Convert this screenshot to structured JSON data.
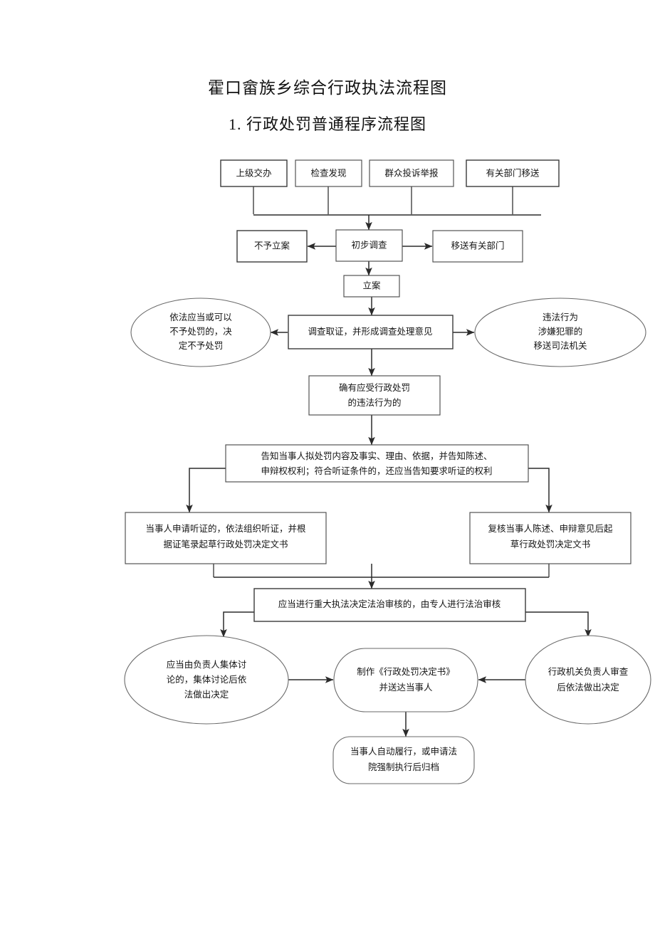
{
  "document": {
    "title": "霍口畲族乡综合行政执法流程图",
    "subtitle": "1. 行政处罚普通程序流程图"
  },
  "colors": {
    "text": "#151515",
    "box_border": "#4d4d4d",
    "ellipse_border": "#6a6a6a",
    "connector": "#2b2b2b",
    "background": "#ffffff"
  },
  "chart_data": {
    "type": "diagram",
    "title": "行政处罚普通程序流程图",
    "nodes": [
      {
        "id": "src1",
        "shape": "rect",
        "label": "上级交办"
      },
      {
        "id": "src2",
        "shape": "rect",
        "label": "检查发现"
      },
      {
        "id": "src3",
        "shape": "rect",
        "label": "群众投诉举报"
      },
      {
        "id": "src4",
        "shape": "rect",
        "label": "有关部门移送"
      },
      {
        "id": "no_case",
        "shape": "rect",
        "label": "不予立案"
      },
      {
        "id": "prelim",
        "shape": "rect",
        "label": "初步调查"
      },
      {
        "id": "transfer_dept",
        "shape": "rect",
        "label": "移送有关部门"
      },
      {
        "id": "filing",
        "shape": "rect",
        "label": "立案"
      },
      {
        "id": "no_penalty",
        "shape": "ellipse",
        "label_lines": [
          "依法应当或可以",
          "不予处罚的，决",
          "定不予处罚"
        ]
      },
      {
        "id": "investigate",
        "shape": "rect",
        "label": "调查取证，并形成调查处理意见"
      },
      {
        "id": "to_judicial",
        "shape": "ellipse",
        "label_lines": [
          "违法行为",
          "涉嫌犯罪的",
          "移送司法机关"
        ]
      },
      {
        "id": "confirmed",
        "shape": "rect",
        "label_lines": [
          "确有应受行政处罚",
          "的违法行为的"
        ]
      },
      {
        "id": "notify",
        "shape": "rect",
        "label_lines": [
          "告知当事人拟处罚内容及事实、理由、依据，并告知陈述、",
          "申辩权权利；符合听证条件的，还应当告知要求听证的权利"
        ]
      },
      {
        "id": "hearing",
        "shape": "rect",
        "label_lines": [
          "当事人申请听证的，依法组织听证，并根",
          "据证笔录起草行政处罚决定文书"
        ]
      },
      {
        "id": "review_stmt",
        "shape": "rect",
        "label_lines": [
          "复核当事人陈述、申辩意见后起",
          "草行政处罚决定文书"
        ]
      },
      {
        "id": "legal_review",
        "shape": "rect",
        "label": "应当进行重大执法决定法治审核的，由专人进行法治审核"
      },
      {
        "id": "collective",
        "shape": "ellipse",
        "label_lines": [
          "应当由负责人集体讨",
          "论的，集体讨论后依",
          "法做出决定"
        ]
      },
      {
        "id": "decision_doc",
        "shape": "stadium",
        "label_lines": [
          "制作《行政处罚决定书》",
          "并送达当事人"
        ]
      },
      {
        "id": "leader_review",
        "shape": "ellipse",
        "label_lines": [
          "行政机关负责人审查",
          "后依法做出决定"
        ]
      },
      {
        "id": "execute",
        "shape": "stadium",
        "label_lines": [
          "当事人自动履行，或申请法",
          "院强制执行后归档"
        ]
      }
    ],
    "edges": [
      {
        "from": "src1",
        "to": "prelim",
        "style": "elbow-merge"
      },
      {
        "from": "src2",
        "to": "prelim",
        "style": "elbow-merge"
      },
      {
        "from": "src3",
        "to": "prelim",
        "style": "elbow-merge"
      },
      {
        "from": "src4",
        "to": "prelim",
        "style": "elbow-merge"
      },
      {
        "from": "prelim",
        "to": "no_case",
        "style": "arrow-left"
      },
      {
        "from": "prelim",
        "to": "transfer_dept",
        "style": "arrow-right"
      },
      {
        "from": "prelim",
        "to": "filing",
        "style": "arrow-down"
      },
      {
        "from": "filing",
        "to": "investigate",
        "style": "arrow-down"
      },
      {
        "from": "investigate",
        "to": "no_penalty",
        "style": "arrow-left"
      },
      {
        "from": "investigate",
        "to": "to_judicial",
        "style": "arrow-right"
      },
      {
        "from": "investigate",
        "to": "confirmed",
        "style": "arrow-down"
      },
      {
        "from": "confirmed",
        "to": "notify",
        "style": "arrow-down"
      },
      {
        "from": "notify",
        "to": "hearing",
        "style": "elbow-down-left"
      },
      {
        "from": "notify",
        "to": "review_stmt",
        "style": "elbow-down-right"
      },
      {
        "from": "hearing",
        "to": "legal_review",
        "style": "elbow-merge-down"
      },
      {
        "from": "review_stmt",
        "to": "legal_review",
        "style": "elbow-merge-down"
      },
      {
        "from": "legal_review",
        "to": "collective",
        "style": "elbow-down-left"
      },
      {
        "from": "legal_review",
        "to": "leader_review",
        "style": "elbow-down-right"
      },
      {
        "from": "collective",
        "to": "decision_doc",
        "style": "arrow-right"
      },
      {
        "from": "leader_review",
        "to": "decision_doc",
        "style": "arrow-left"
      },
      {
        "from": "decision_doc",
        "to": "execute",
        "style": "arrow-down"
      }
    ]
  }
}
